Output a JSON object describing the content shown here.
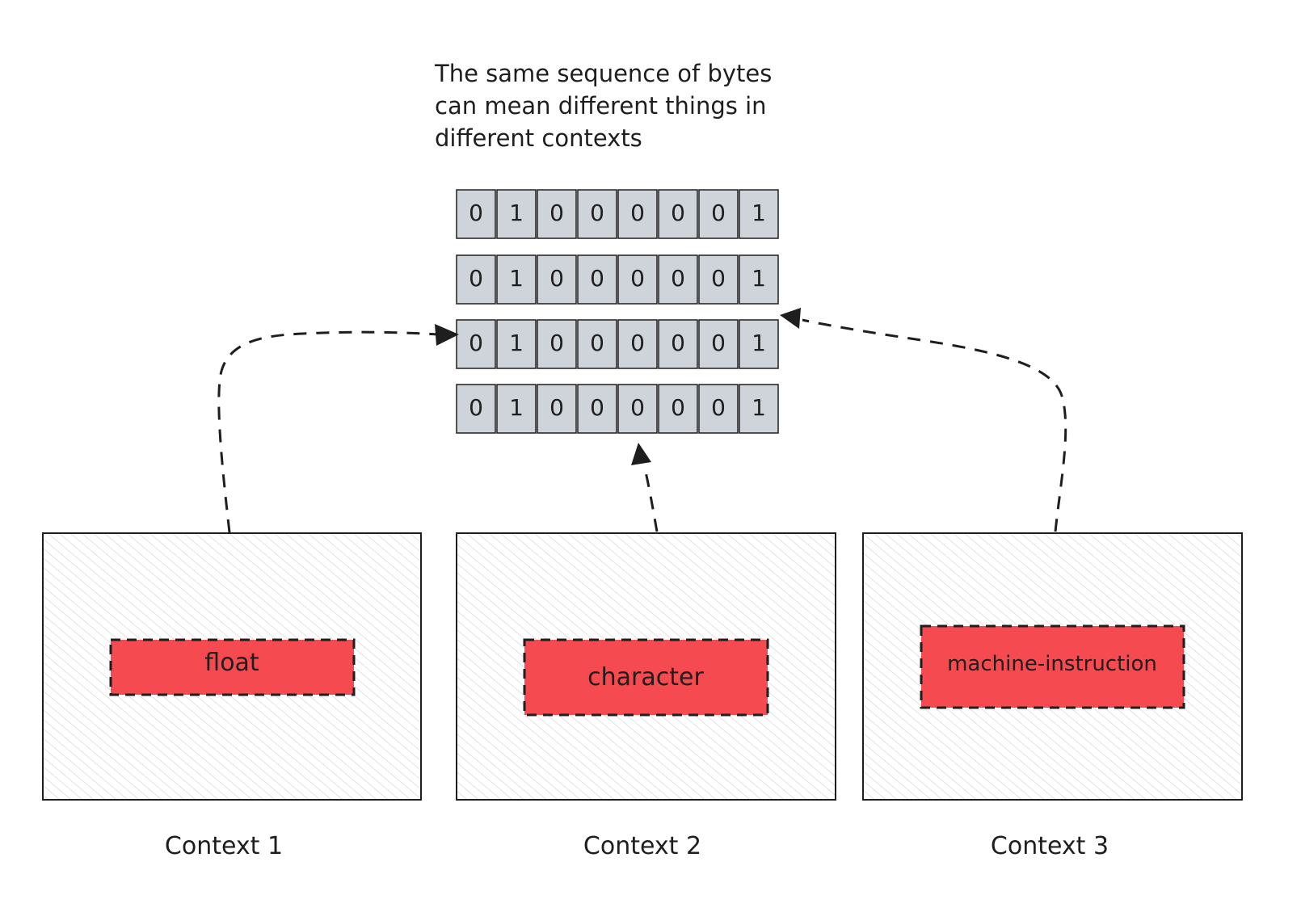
{
  "caption_lines": [
    "The same sequence of bytes",
    "can mean different things in",
    "different contexts"
  ],
  "byte_rows": [
    [
      "0",
      "1",
      "0",
      "0",
      "0",
      "0",
      "0",
      "1"
    ],
    [
      "0",
      "1",
      "0",
      "0",
      "0",
      "0",
      "0",
      "1"
    ],
    [
      "0",
      "1",
      "0",
      "0",
      "0",
      "0",
      "0",
      "1"
    ],
    [
      "0",
      "1",
      "0",
      "0",
      "0",
      "0",
      "0",
      "1"
    ]
  ],
  "contexts": [
    {
      "label": "Context 1",
      "type_label": "float"
    },
    {
      "label": "Context 2",
      "type_label": "character"
    },
    {
      "label": "Context 3",
      "type_label": "machine-instruction"
    }
  ],
  "colors": {
    "bit_cell_fill": "#ced4da",
    "type_box_fill": "#f54a4f",
    "stroke": "#1e1e1e",
    "hatch": "#c8c8c8"
  }
}
